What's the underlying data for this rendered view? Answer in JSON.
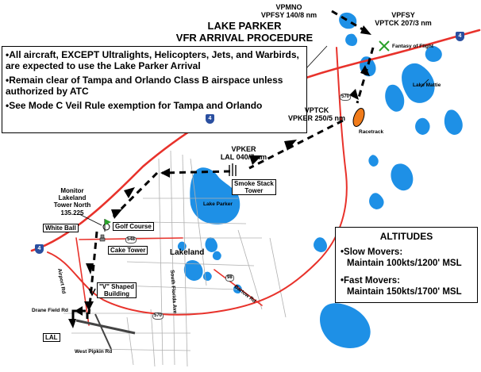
{
  "title": {
    "line1": "LAKE PARKER",
    "line2": "VFR ARRIVAL PROCEDURE"
  },
  "rules": [
    "•All aircraft, EXCEPT Ultralights, Helicopters, Jets, and Warbirds, are expected to use the Lake Parker Arrival",
    "•Remain clear of Tampa and Orlando Class B airspace unless authorized by ATC",
    "•See Mode C Veil Rule exemption for Tampa and Orlando"
  ],
  "altitudes": {
    "title": "ALTITUDES",
    "slow_label": "•Slow Movers:",
    "slow_value": "Maintain 100kts/1200' MSL",
    "fast_label": "•Fast Movers:",
    "fast_value": "Maintain 150kts/1700' MSL"
  },
  "waypoints": {
    "vpmno_line1": "VPMNO",
    "vpmno_line2": "VPFSY 140/8 nm",
    "vpfsy_line1": "VPFSY",
    "vpfsy_line2": "VPTCK 207/3 nm",
    "vptck_line1": "VPTCK",
    "vptck_line2": "VPKER 250/5 nm",
    "vpker_line1": "VPKER",
    "vpker_line2": "LAL 040/7 nm"
  },
  "places": {
    "fantasy_of_flight": "Fantasy of Flight",
    "lake_mattie": "Lake Mattie",
    "racetrack": "Racetrack",
    "smoke_stack_line1": "Smoke Stack",
    "smoke_stack_line2": "Tower",
    "lake_parker": "Lake Parker",
    "monitor_line1": "Monitor",
    "monitor_line2": "Lakeland",
    "monitor_line3": "Tower North",
    "monitor_line4": "135.225",
    "white_ball": "White Ball",
    "golf_course": "Golf Course",
    "cake_tower": "Cake Tower",
    "lakeland": "Lakeland",
    "v_building_line1": "\"V\" Shaped",
    "v_building_line2": "Building",
    "drane_field": "Drane Field Rd",
    "lal": "LAL",
    "west_pipkin": "West Pipkin Rd",
    "airport_rd": "Airport Rd",
    "south_florida_ave": "South Florida Ave",
    "bartow_rd": "Bartow Rd"
  },
  "shields": {
    "i4_a": "4",
    "i4_b": "4",
    "i4_c": "4",
    "sr570_a": "570",
    "sr570_b": "570",
    "sr548": "548",
    "sr98": "98"
  },
  "colors": {
    "road": "#e8322b",
    "lake": "#1e90e6",
    "route": "#000000",
    "racetrack": "#f07b1a"
  }
}
